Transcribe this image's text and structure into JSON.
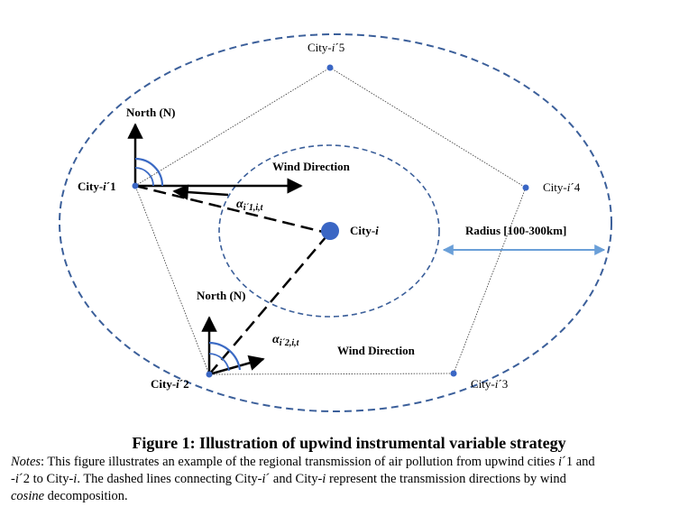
{
  "diagram": {
    "north_label_1": "North (N)",
    "north_label_2": "North (N)",
    "wind_direction_1": "Wind Direction",
    "wind_direction_2": "Wind Direction",
    "radius_label": "Radius [100-300km]",
    "city_i": "City-i",
    "cities": {
      "c1": {
        "prefix": "City-",
        "i": "i",
        "suffix": "ˊ1"
      },
      "c2": {
        "prefix": "City-",
        "i": "i",
        "suffix": "ˊ2"
      },
      "c3": {
        "prefix": "City-",
        "i": "i",
        "suffix": "ˊ3"
      },
      "c4": {
        "prefix": "City-",
        "i": "i",
        "suffix": "ˊ4"
      },
      "c5": {
        "prefix": "City-",
        "i": "i",
        "suffix": "ˊ5"
      }
    },
    "alpha_1": {
      "symbol": "α",
      "sub": "iˊ1,i,t"
    },
    "alpha_2": {
      "symbol": "α",
      "sub": "iˊ2,i,t"
    },
    "colors": {
      "outer_circle": "#3b5f9a",
      "city_dot": "#3a66c4",
      "radius_arrow": "#6a9fd8",
      "angle_arc": "#3b6ac4"
    }
  },
  "caption": {
    "title": "Figure 1: Illustration of upwind instrumental variable strategy",
    "notes_label": "Notes",
    "notes_line1": ": This figure illustrates an example of the regional transmission of air pollution from upwind cities ",
    "notes_i1": "iˊ",
    "notes_line1_end": "1 and",
    "notes_line2_a": "-",
    "notes_i2": "iˊ",
    "notes_line2_b": "2 to City-",
    "notes_i3": "i",
    "notes_line2_c": ". The dashed lines connecting City-",
    "notes_i4": "iˊ",
    "notes_line2_d": " and City-",
    "notes_i5": "i",
    "notes_line2_e": " represent the transmission directions by wind",
    "notes_cosine": "cosine",
    "notes_line3_end": " decomposition."
  }
}
